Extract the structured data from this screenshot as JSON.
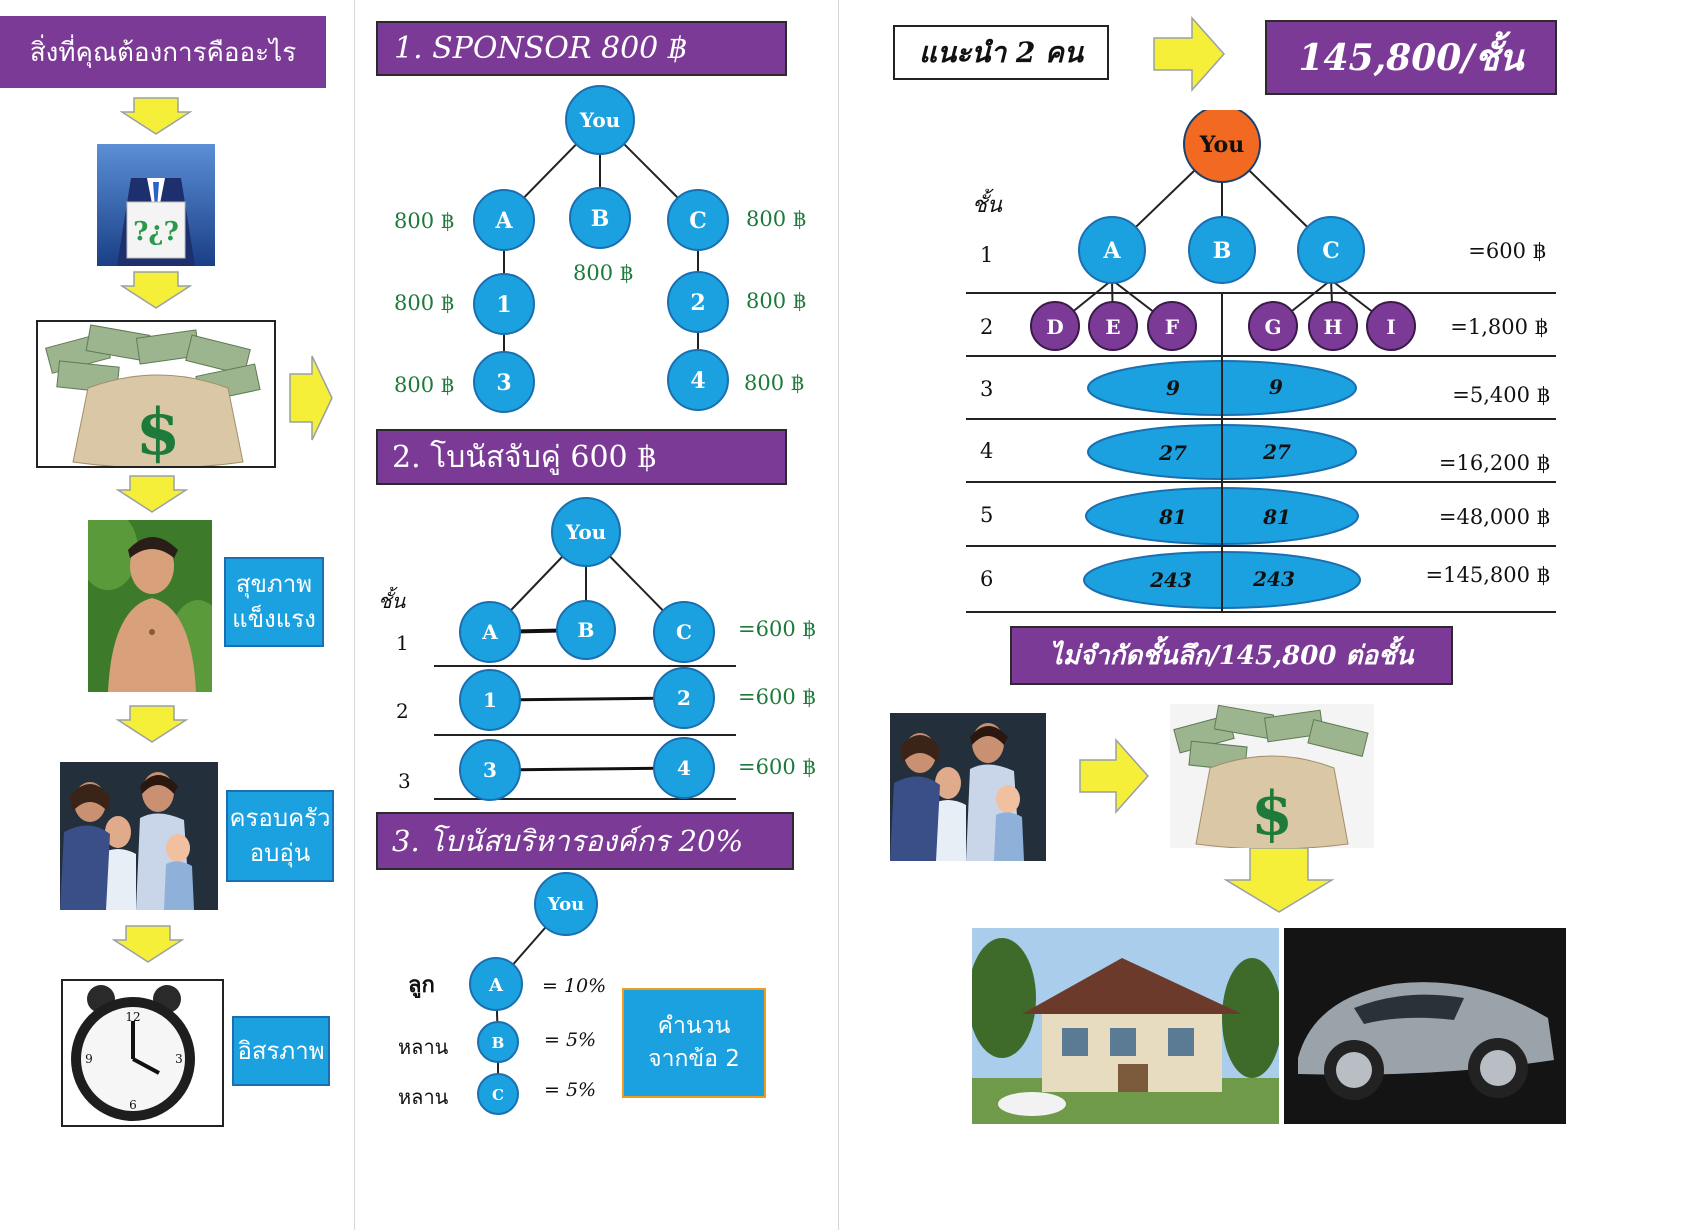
{
  "colors": {
    "purple": "#7b3a96",
    "blue": "#1ba1df",
    "node_border": "#1b6fb0",
    "orange": "#f26a21",
    "violet": "#7b3a96",
    "money_green": "#1d7a3a",
    "arrow_yellow": "#f5ef3a"
  },
  "left": {
    "title": "สิ่งที่คุณต้องการคืออะไร",
    "items": [
      {
        "label": "สุขภาพ\nแข็งแรง"
      },
      {
        "label": "ครอบครัว\nอบอุ่น"
      },
      {
        "label": "อิสรภาพ"
      }
    ]
  },
  "sec1": {
    "title": "1. SPONSOR  800 ฿",
    "you": "You",
    "nodes": [
      "A",
      "B",
      "C",
      "1",
      "2",
      "3",
      "4"
    ],
    "amount": "800 ฿"
  },
  "sec2": {
    "title": "2.   โบนัสจับคู่  600 ฿",
    "you": "You",
    "level_header": "ชั้น",
    "levels": [
      "1",
      "2",
      "3"
    ],
    "row1": [
      "A",
      "B",
      "C"
    ],
    "row2": [
      "1",
      "2"
    ],
    "row3": [
      "3",
      "4"
    ],
    "amount": "=600 ฿"
  },
  "sec3": {
    "title": "3.    โบนัสบริหารองค์กร  20%",
    "you": "You",
    "rows": [
      {
        "role": "ลูก",
        "node": "A",
        "pct": "= 10%"
      },
      {
        "role": "หลาน",
        "node": "B",
        "pct": "= 5%"
      },
      {
        "role": "หลาน",
        "node": "C",
        "pct": "= 5%"
      }
    ],
    "calc_note": "คำนวน\nจากข้อ 2"
  },
  "right": {
    "intro": "แนะนำ 2 คน",
    "headline": "145,800/ชั้น",
    "you": "You",
    "level_header": "ชั้น",
    "level1_nodes": [
      "A",
      "B",
      "C"
    ],
    "level2_nodes": [
      "D",
      "E",
      "F",
      "G",
      "H",
      "I"
    ],
    "levels": [
      {
        "num": "1",
        "left": "",
        "right": "",
        "amount": "=600 ฿"
      },
      {
        "num": "2",
        "left": "",
        "right": "",
        "amount": "=1,800 ฿"
      },
      {
        "num": "3",
        "left": "9",
        "right": "9",
        "amount": "=5,400 ฿"
      },
      {
        "num": "4",
        "left": "27",
        "right": "27",
        "amount": "=16,200 ฿"
      },
      {
        "num": "5",
        "left": "81",
        "right": "81",
        "amount": "=48,000 ฿"
      },
      {
        "num": "6",
        "left": "243",
        "right": "243",
        "amount": "=145,800 ฿"
      }
    ],
    "footer": "ไม่จำกัดชั้นลึก/145,800 ต่อชั้น"
  }
}
